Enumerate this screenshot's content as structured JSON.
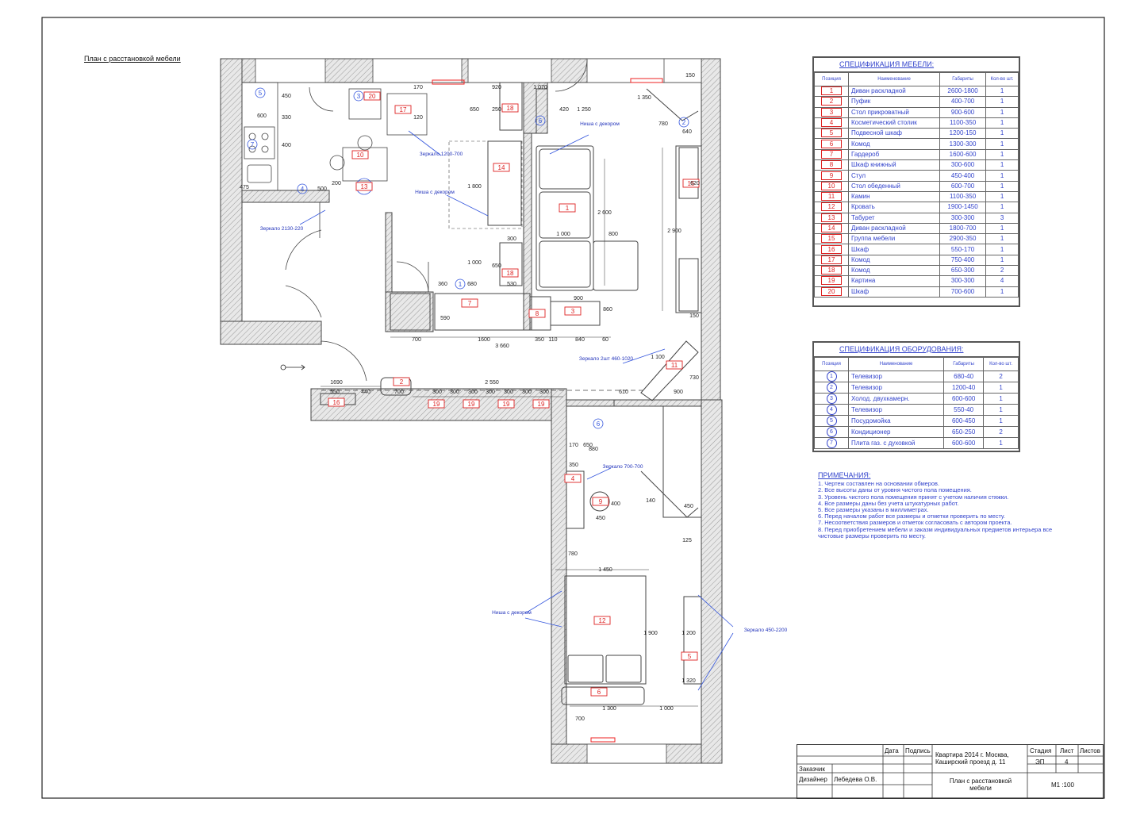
{
  "page_title": "План с расстановкой мебели",
  "furniture_spec": {
    "title": "СПЕЦИФИКАЦИЯ МЕБЕЛИ:",
    "headers": [
      "Позиция",
      "Наименование",
      "Габариты",
      "Кол-во шт."
    ],
    "rows": [
      [
        "1",
        "Диван раскладной",
        "2600-1800",
        "1"
      ],
      [
        "2",
        "Пуфик",
        "400-700",
        "1"
      ],
      [
        "3",
        "Стол прикроватный",
        "900-600",
        "1"
      ],
      [
        "4",
        "Косметический столик",
        "1100-350",
        "1"
      ],
      [
        "5",
        "Подвесной шкаф",
        "1200-150",
        "1"
      ],
      [
        "6",
        "Комод",
        "1300-300",
        "1"
      ],
      [
        "7",
        "Гардероб",
        "1600-600",
        "1"
      ],
      [
        "8",
        "Шкаф книжный",
        "300-600",
        "1"
      ],
      [
        "9",
        "Стул",
        "450-400",
        "1"
      ],
      [
        "10",
        "Стол обеденный",
        "600-700",
        "1"
      ],
      [
        "11",
        "Камин",
        "1100-350",
        "1"
      ],
      [
        "12",
        "Кровать",
        "1900-1450",
        "1"
      ],
      [
        "13",
        "Табурет",
        "300-300",
        "3"
      ],
      [
        "14",
        "Диван раскладной",
        "1800-700",
        "1"
      ],
      [
        "15",
        "Группа мебели",
        "2900-350",
        "1"
      ],
      [
        "16",
        "Шкаф",
        "550-170",
        "1"
      ],
      [
        "17",
        "Комод",
        "750-400",
        "1"
      ],
      [
        "18",
        "Комод",
        "650-300",
        "2"
      ],
      [
        "19",
        "Картина",
        "300-300",
        "4"
      ],
      [
        "20",
        "Шкаф",
        "700-600",
        "1"
      ]
    ]
  },
  "equipment_spec": {
    "title": "СПЕЦИФИКАЦИЯ ОБОРУДОВАНИЯ:",
    "headers": [
      "Позиция",
      "Наименование",
      "Габариты",
      "Кол-во шт."
    ],
    "rows": [
      [
        "1",
        "Телевизор",
        "680-40",
        "2"
      ],
      [
        "2",
        "Телевизор",
        "1200-40",
        "1"
      ],
      [
        "3",
        "Холод. двухкамерн.",
        "600-600",
        "1"
      ],
      [
        "4",
        "Телевизор",
        "550-40",
        "1"
      ],
      [
        "5",
        "Посудомойка",
        "600-450",
        "1"
      ],
      [
        "6",
        "Кондиционер",
        "650-250",
        "2"
      ],
      [
        "7",
        "Плита газ. с духовкой",
        "600-600",
        "1"
      ]
    ]
  },
  "notes": {
    "title": "ПРИМЕЧАНИЯ:",
    "items": [
      "1. Чертеж составлен на основании обмеров.",
      "2. Все высоты даны от уровня чистого пола помещения.",
      "3. Уровень чистого пола помещения принят с учетом наличия стяжки.",
      "4. Все размеры даны без учета штукатурных работ.",
      "5. Все размеры указаны в миллиметрах.",
      "6. Перед началом работ все размеры и отметки проверить по месту.",
      "7. Несоответствия размеров и отметок согласовать с автором проекта.",
      "8. Перед приобретением мебели и заказм индивидуальных предметов интерьера все чистовые размеры проверить по месту."
    ]
  },
  "title_block": {
    "date": "Дата",
    "signature": "Подпись",
    "project": "Квартира 2014 г. Москва, Каширский проезд д. 11",
    "stage_label": "Стадия",
    "sheet_label": "Лист",
    "sheets_label": "Листов",
    "stage": "ЭП",
    "sheet": "4",
    "client_label": "Заказчик",
    "designer_label": "Дизайнер",
    "designer": "Лебедева О.В.",
    "drawing_name": "План с расстановкой мебели",
    "scale": "М1 :100"
  },
  "plan": {
    "labels": {
      "mirror1": "Зеркало 2130-220",
      "mirror2": "Зеркало 1200-700",
      "niche1": "Ниша с декором",
      "niche2": "Ниша с декором",
      "mirror3": "Зеркало 2шт 460-1020",
      "mirror4": "Зеркало 700-700",
      "niche3": "Ниша с декором",
      "mirror5": "Зеркало 450-2200"
    },
    "dims": [
      "1690",
      "550",
      "440",
      "700",
      "2 550",
      "300",
      "300",
      "300",
      "300",
      "300",
      "300",
      "300",
      "610",
      "900",
      "700",
      "1600",
      "3 660",
      "350",
      "110",
      "840",
      "60",
      "900",
      "1 000",
      "800",
      "2 600",
      "2 900",
      "1 800",
      "1 000",
      "360",
      "680",
      "530",
      "650",
      "300",
      "1 450",
      "1 900",
      "1 200",
      "1 320",
      "1 300",
      "1 000",
      "350",
      "1 100",
      "400",
      "450",
      "780",
      "170",
      "650",
      "880",
      "600",
      "450",
      "330",
      "400",
      "500",
      "200",
      "475",
      "150",
      "420",
      "1 070",
      "250",
      "650",
      "920",
      "170",
      "120",
      "780",
      "1 350",
      "640",
      "450",
      "140",
      "730",
      "700",
      "590",
      "150",
      "860",
      "1 250",
      "620",
      "125"
    ]
  }
}
